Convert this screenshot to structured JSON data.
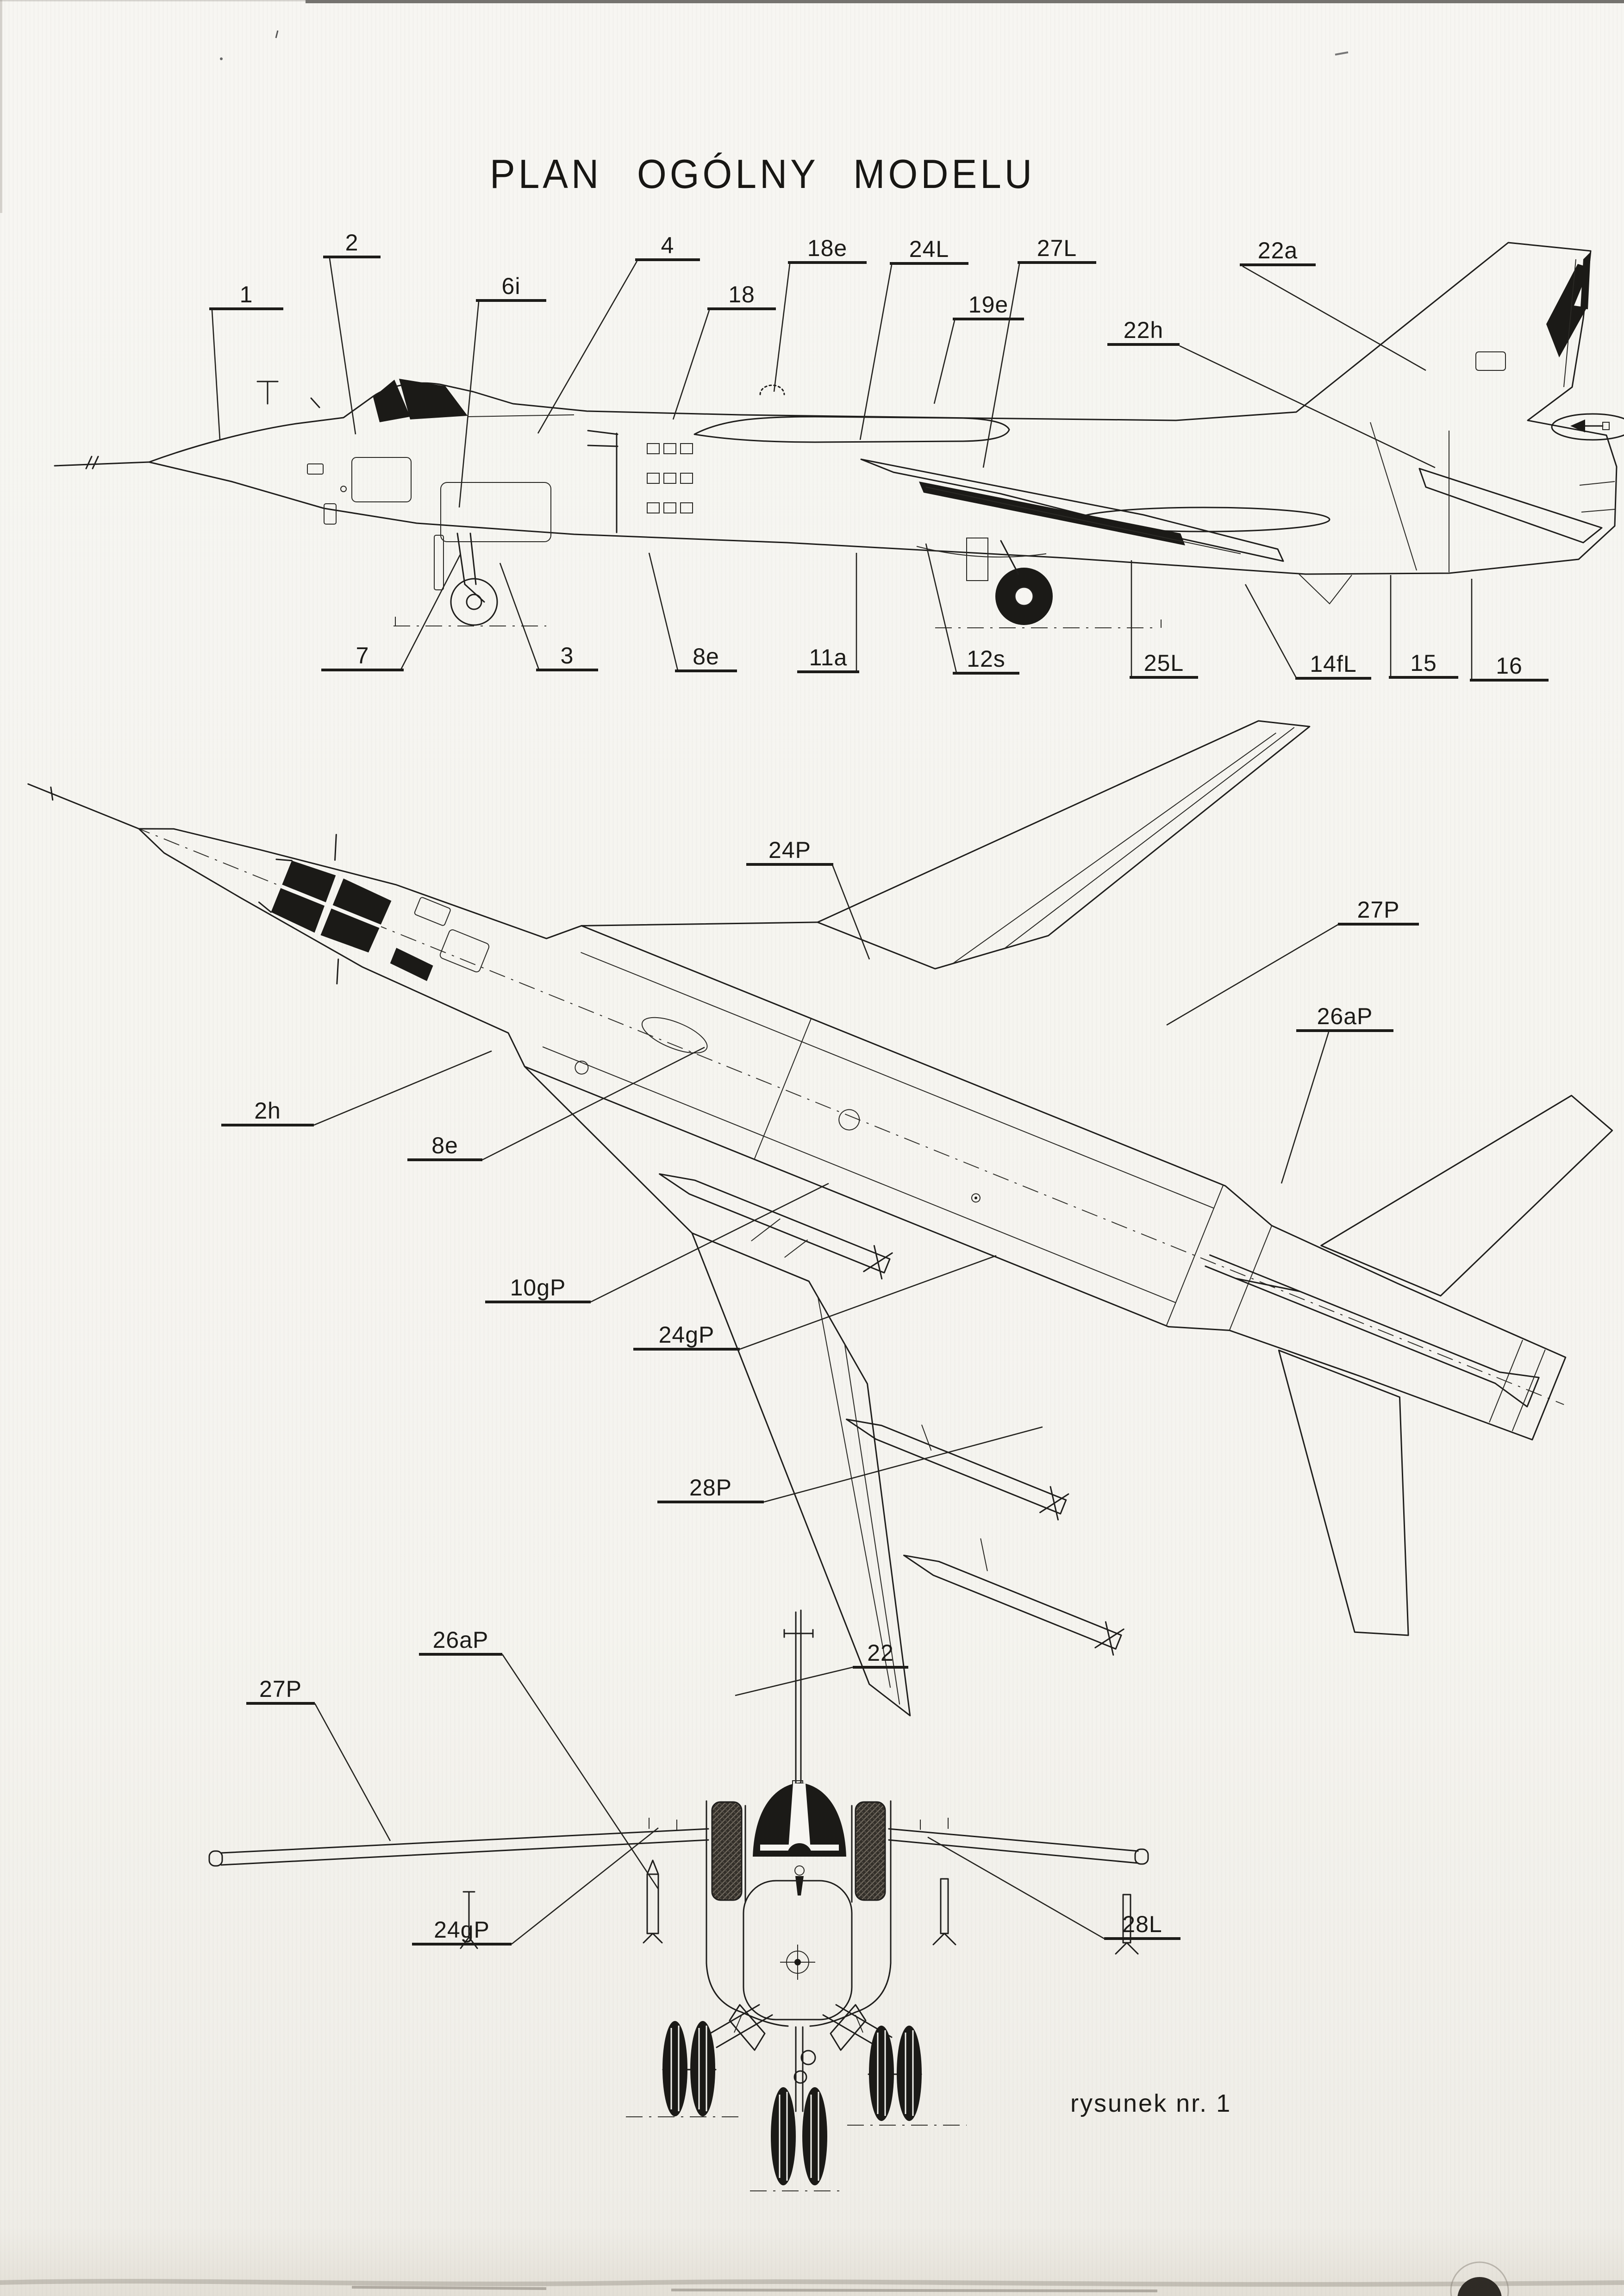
{
  "title": "PLAN OGÓLNY MODELU",
  "caption": "rysunek nr. 1",
  "drawing": {
    "ink_color": "#1f1e1c",
    "paper_color": "#f6f5f1",
    "subject": "three-view line drawing of a swing-wing jet model"
  },
  "callouts": {
    "side_top": [
      "1",
      "2",
      "6i",
      "4",
      "18",
      "18e",
      "24L",
      "19e",
      "27L",
      "22a",
      "22h"
    ],
    "side_bottom": [
      "7",
      "3",
      "8e",
      "11a",
      "12s",
      "25L",
      "14fL",
      "15",
      "16"
    ],
    "plan": [
      "24P",
      "27P",
      "26aP",
      "2h",
      "8e",
      "10gP",
      "24gP",
      "28P"
    ],
    "front": [
      "26aP",
      "27P",
      "22",
      "24gP",
      "28L"
    ]
  }
}
